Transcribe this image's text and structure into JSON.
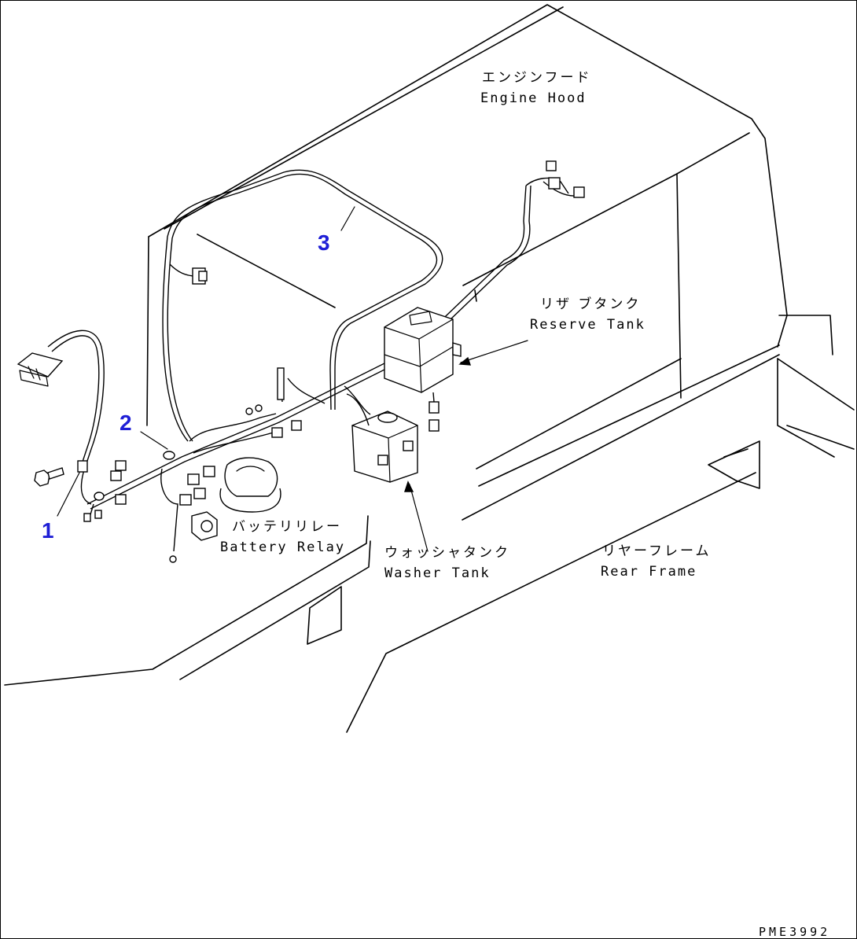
{
  "labels": {
    "engine_hood_jp": "エンジンフード",
    "engine_hood_en": "Engine Hood",
    "reserve_tank_jp": "リザ ブタンク",
    "reserve_tank_en": "Reserve Tank",
    "battery_relay_jp": "バッテリリレー",
    "battery_relay_en": "Battery Relay",
    "washer_tank_jp": "ウォッシャタンク",
    "washer_tank_en": "Washer Tank",
    "rear_frame_jp": "リヤーフレーム",
    "rear_frame_en": "Rear Frame",
    "drawing_code": "PME3992"
  },
  "callouts": [
    {
      "id": "1",
      "color": "#1f1fd6"
    },
    {
      "id": "2",
      "color": "#1f1fd6"
    },
    {
      "id": "3",
      "color": "#1f1fd6"
    }
  ]
}
